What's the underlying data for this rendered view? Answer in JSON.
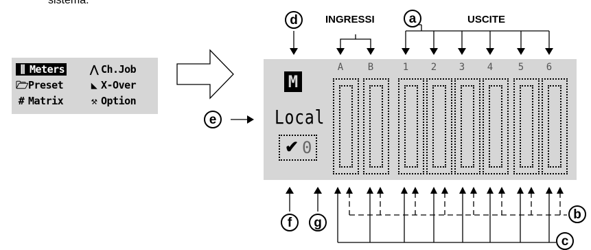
{
  "caption": "sistema.",
  "menu": {
    "items": [
      {
        "icon": "meters-icon",
        "glyph": "⫼",
        "label": "Meters",
        "selected": true
      },
      {
        "icon": "ch-job-icon",
        "glyph": "⋀",
        "label": "Ch.Job",
        "selected": false
      },
      {
        "icon": "folder-icon",
        "glyph": "🗁",
        "label": "Preset",
        "selected": false
      },
      {
        "icon": "crossover-icon",
        "glyph": "◣",
        "label": "X-Over",
        "selected": false
      },
      {
        "icon": "matrix-icon",
        "glyph": "#",
        "label": "Matrix",
        "selected": false
      },
      {
        "icon": "wrench-icon",
        "glyph": "⚒",
        "label": "Option",
        "selected": false
      }
    ]
  },
  "headers": {
    "inputs": "INGRESSI",
    "outputs": "USCITE"
  },
  "callouts": {
    "a": "a",
    "b": "b",
    "c": "c",
    "d": "d",
    "e": "e",
    "f": "f",
    "g": "g"
  },
  "lcd": {
    "mode_letter": "M",
    "location": "Local",
    "check": "✔",
    "counter": "0",
    "channels": [
      "A",
      "B",
      "1",
      "2",
      "3",
      "4",
      "5",
      "6"
    ]
  }
}
